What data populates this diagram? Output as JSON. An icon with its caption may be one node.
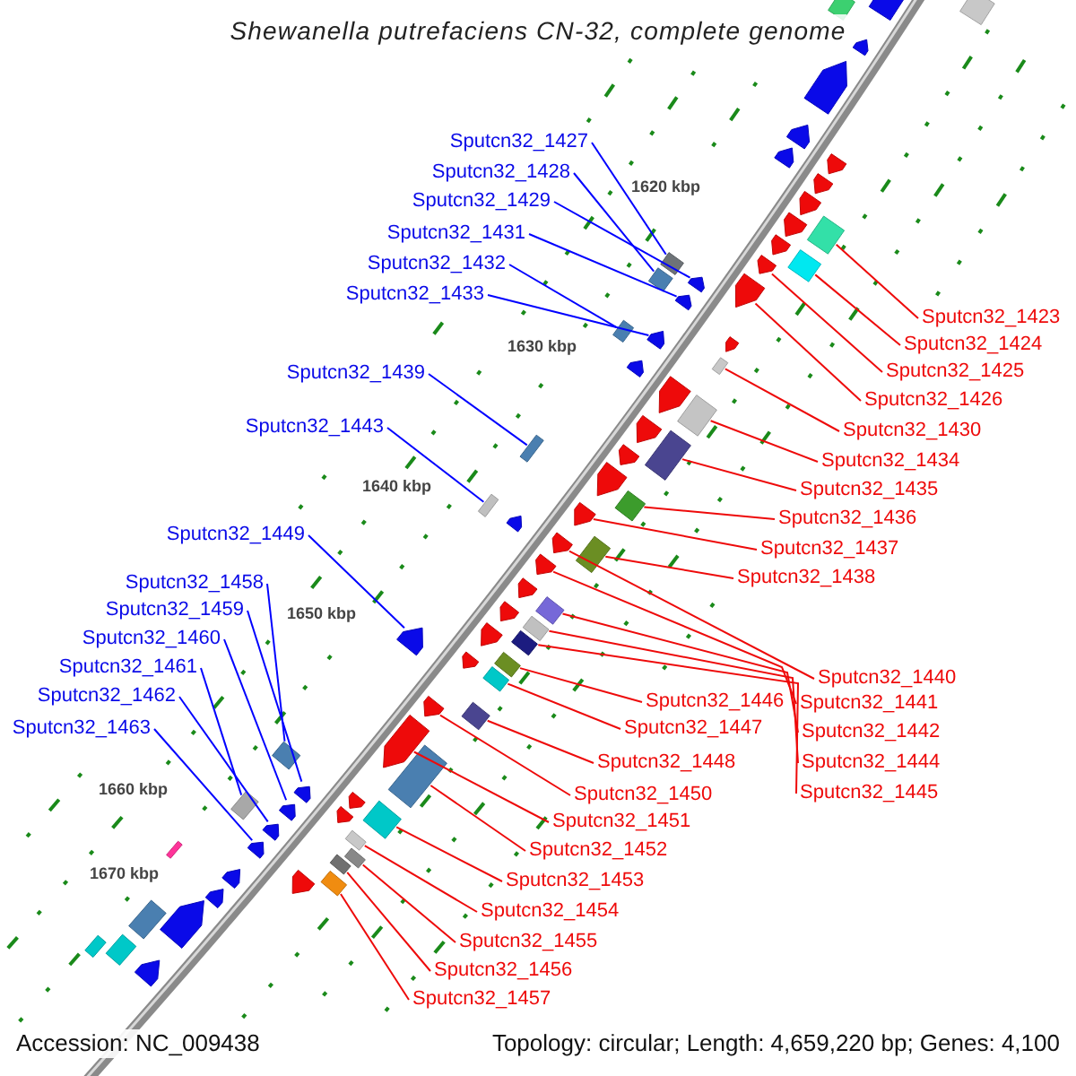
{
  "diagram": {
    "title": "Shewanella putrefaciens CN-32, complete genome",
    "nodes": [
      {
        "text": [
          "Sputcn32_1427"
        ]
      },
      {
        "text": [
          "Sputcn32_1428"
        ]
      },
      {
        "text": [
          "Sputcn32_1429"
        ]
      },
      {
        "text": [
          "Sputcn32_1431"
        ]
      },
      {
        "text": [
          "Sputcn32_1432"
        ]
      },
      {
        "text": [
          "Sputcn32_1433"
        ]
      },
      {
        "text": [
          "Sputcn32_1439"
        ]
      },
      {
        "text": [
          "Sputcn32_1443"
        ]
      },
      {
        "text": [
          "Sputcn32_1449"
        ]
      },
      {
        "text": [
          "Sputcn32_1458"
        ]
      },
      {
        "text": [
          "Sputcn32_1459"
        ]
      },
      {
        "text": [
          "Sputcn32_1460"
        ]
      },
      {
        "text": [
          "Sputcn32_1461"
        ]
      },
      {
        "text": [
          "Sputcn32_1462"
        ]
      },
      {
        "text": [
          "Sputcn32_1463"
        ]
      },
      {
        "text": [
          "Sputcn32_1423"
        ]
      },
      {
        "text": [
          "Sputcn32_1424"
        ]
      },
      {
        "text": [
          "Sputcn32_1425"
        ]
      },
      {
        "text": [
          "Sputcn32_1426"
        ]
      },
      {
        "text": [
          "Sputcn32_1430"
        ]
      },
      {
        "text": [
          "Sputcn32_1434"
        ]
      },
      {
        "text": [
          "Sputcn32_1435"
        ]
      },
      {
        "text": [
          "Sputcn32_1436"
        ]
      },
      {
        "text": [
          "Sputcn32_1437"
        ]
      },
      {
        "text": [
          "Sputcn32_1438"
        ]
      },
      {
        "text": [
          "Sputcn32_1440"
        ]
      },
      {
        "text": [
          "Sputcn32_1441"
        ]
      },
      {
        "text": [
          "Sputcn32_1442"
        ]
      },
      {
        "text": [
          "Sputcn32_1444"
        ]
      },
      {
        "text": [
          "Sputcn32_1445"
        ]
      },
      {
        "text": [
          "Sputcn32_1446"
        ]
      },
      {
        "text": [
          "Sputcn32_1447"
        ]
      },
      {
        "text": [
          "Sputcn32_1448"
        ]
      },
      {
        "text": [
          "Sputcn32_1450"
        ]
      },
      {
        "text": [
          "Sputcn32_1451"
        ]
      },
      {
        "text": [
          "Sputcn32_1452"
        ]
      },
      {
        "text": [
          "Sputcn32_1453"
        ]
      },
      {
        "text": [
          "Sputcn32_1454"
        ]
      },
      {
        "text": [
          "Sputcn32_1455"
        ]
      },
      {
        "text": [
          "Sputcn32_1456"
        ]
      },
      {
        "text": [
          "Sputcn32_1457"
        ]
      },
      {
        "text": [],
        "shape": "box"
      },
      {
        "text": [],
        "shape": "box"
      },
      {
        "text": [],
        "shape": "arrow"
      },
      {
        "text": [],
        "shape": "arrow"
      },
      {
        "text": [],
        "shape": "box"
      },
      {
        "text": [],
        "shape": "arrow"
      },
      {
        "text": [],
        "shape": "box"
      },
      {
        "text": [],
        "shape": "box"
      },
      {
        "text": [],
        "shape": "arrow"
      },
      {
        "text": [],
        "shape": "box"
      },
      {
        "text": [],
        "shape": "arrow"
      },
      {
        "text": [],
        "shape": "arrow"
      },
      {
        "text": [],
        "shape": "box"
      },
      {
        "text": [],
        "shape": "arrow"
      },
      {
        "text": [],
        "shape": "arrow"
      },
      {
        "text": [],
        "shape": "box"
      },
      {
        "text": [],
        "shape": "box"
      },
      {
        "text": [],
        "shape": "arrow"
      },
      {
        "text": [],
        "shape": "arrow"
      },
      {
        "text": [],
        "shape": "box"
      },
      {
        "text": [],
        "shape": "box"
      },
      {
        "text": [],
        "shape": "box"
      },
      {
        "text": [],
        "shape": "box"
      },
      {
        "text": [],
        "shape": "arrow"
      },
      {
        "text": [],
        "shape": "box"
      },
      {
        "text": [],
        "shape": "arrow"
      },
      {
        "text": [],
        "shape": "arrow"
      },
      {
        "text": [],
        "shape": "box"
      },
      {
        "text": [],
        "shape": "box"
      },
      {
        "text": [],
        "shape": "box"
      },
      {
        "text": [],
        "shape": "box"
      },
      {
        "text": [],
        "shape": "box"
      },
      {
        "text": [],
        "shape": "box"
      },
      {
        "text": [],
        "shape": "arrow"
      },
      {
        "text": [],
        "shape": "arrow"
      },
      {
        "text": [],
        "shape": "box"
      },
      {
        "text": [],
        "shape": "box"
      },
      {
        "text": [],
        "shape": "box"
      },
      {
        "text": [],
        "shape": "box"
      },
      {
        "text": [],
        "shape": "box"
      },
      {
        "text": [],
        "shape": "box"
      },
      {
        "text": [],
        "shape": "arrow"
      },
      {
        "text": [],
        "shape": "box"
      },
      {
        "text": [],
        "shape": "arrow"
      },
      {
        "text": [],
        "shape": "arrow"
      },
      {
        "text": [],
        "shape": "arrow"
      },
      {
        "text": [],
        "shape": "arrow"
      },
      {
        "text": [],
        "shape": "box"
      },
      {
        "text": [],
        "shape": "arrow"
      },
      {
        "text": [],
        "shape": "arrow"
      },
      {
        "text": [],
        "shape": "arrow"
      },
      {
        "text": [],
        "shape": "arrow"
      },
      {
        "text": [],
        "shape": "arrow"
      },
      {
        "text": [],
        "shape": "arrow"
      },
      {
        "text": [],
        "shape": "arrow"
      },
      {
        "text": [],
        "shape": "arrow"
      },
      {
        "text": [],
        "shape": "arrow"
      },
      {
        "text": [],
        "shape": "arrow"
      },
      {
        "text": [],
        "shape": "arrow"
      },
      {
        "text": [],
        "shape": "arrow"
      },
      {
        "text": [],
        "shape": "arrow"
      },
      {
        "text": [],
        "shape": "arrow"
      },
      {
        "text": [],
        "shape": "arrow"
      },
      {
        "text": [],
        "shape": "arrow"
      },
      {
        "text": [],
        "shape": "arrow"
      },
      {
        "text": [],
        "shape": "arrow"
      },
      {
        "text": [],
        "shape": "arrow"
      },
      {
        "text": [],
        "shape": "arrow"
      },
      {
        "text": [],
        "shape": "arrow"
      },
      {
        "text": [],
        "shape": "arrow"
      },
      {
        "text": [],
        "shape": "arrow"
      },
      {
        "text": [],
        "shape": "box"
      },
      {
        "text": [],
        "shape": "box"
      },
      {
        "text": [],
        "shape": "box"
      },
      {
        "text": [],
        "shape": "box"
      }
    ],
    "edges": [
      {
        "from": 0,
        "to": 41,
        "arrow": "none",
        "color": "#0000ff"
      },
      {
        "from": 1,
        "to": 42,
        "arrow": "none",
        "color": "#0000ff"
      },
      {
        "from": 2,
        "to": 43,
        "arrow": "none",
        "color": "#0000ff"
      },
      {
        "from": 3,
        "to": 44,
        "arrow": "none",
        "color": "#0000ff"
      },
      {
        "from": 4,
        "to": 45,
        "arrow": "none",
        "color": "#0000ff"
      },
      {
        "from": 5,
        "to": 46,
        "arrow": "none",
        "color": "#0000ff"
      },
      {
        "from": 6,
        "to": 47,
        "arrow": "none",
        "color": "#0000ff"
      },
      {
        "from": 7,
        "to": 48,
        "arrow": "none",
        "color": "#0000ff"
      },
      {
        "from": 8,
        "to": 49,
        "arrow": "none",
        "color": "#0000ff"
      },
      {
        "from": 9,
        "to": 50,
        "arrow": "none",
        "color": "#0000ff"
      },
      {
        "from": 10,
        "to": 51,
        "arrow": "none",
        "color": "#0000ff"
      },
      {
        "from": 11,
        "to": 52,
        "arrow": "none",
        "color": "#0000ff"
      },
      {
        "from": 12,
        "to": 53,
        "arrow": "none",
        "color": "#0000ff"
      },
      {
        "from": 13,
        "to": 54,
        "arrow": "none",
        "color": "#0000ff"
      },
      {
        "from": 14,
        "to": 55,
        "arrow": "none",
        "color": "#0000ff"
      },
      {
        "from": 15,
        "to": 56,
        "arrow": "none"
      },
      {
        "from": 16,
        "to": 57,
        "arrow": "none"
      },
      {
        "from": 17,
        "to": 58,
        "arrow": "none"
      },
      {
        "from": 18,
        "to": 59,
        "arrow": "none"
      },
      {
        "from": 19,
        "to": 60,
        "arrow": "none"
      },
      {
        "from": 20,
        "to": 61,
        "arrow": "none"
      },
      {
        "from": 21,
        "to": 62,
        "arrow": "none"
      },
      {
        "from": 22,
        "to": 63,
        "arrow": "none"
      },
      {
        "from": 23,
        "to": 64,
        "arrow": "none"
      },
      {
        "from": 24,
        "to": 65,
        "arrow": "none"
      },
      {
        "from": 25,
        "to": 66,
        "arrow": "none"
      },
      {
        "from": 26,
        "to": 67,
        "arrow": "none"
      },
      {
        "from": 27,
        "to": 68,
        "arrow": "none"
      },
      {
        "from": 28,
        "to": 69,
        "arrow": "none"
      },
      {
        "from": 29,
        "to": 70,
        "arrow": "none"
      },
      {
        "from": 30,
        "to": 71,
        "arrow": "none"
      },
      {
        "from": 31,
        "to": 72,
        "arrow": "none"
      },
      {
        "from": 32,
        "to": 73,
        "arrow": "none"
      },
      {
        "from": 33,
        "to": 74,
        "arrow": "none"
      },
      {
        "from": 34,
        "to": 75,
        "arrow": "none"
      },
      {
        "from": 35,
        "to": 76,
        "arrow": "none"
      },
      {
        "from": 36,
        "to": 77,
        "arrow": "none"
      },
      {
        "from": 37,
        "to": 78,
        "arrow": "none"
      },
      {
        "from": 38,
        "to": 79,
        "arrow": "none"
      },
      {
        "from": 39,
        "to": 80,
        "arrow": "none"
      },
      {
        "from": 40,
        "to": 81,
        "arrow": "none"
      }
    ],
    "labels": [
      "1620 kbp",
      "1630 kbp",
      "1640 kbp",
      "1650 kbp",
      "1660 kbp",
      "1670 kbp",
      "Accession: NC_009438",
      "Topology: circular; Length: 4,659,220 bp; Genes: 4,100"
    ]
  }
}
